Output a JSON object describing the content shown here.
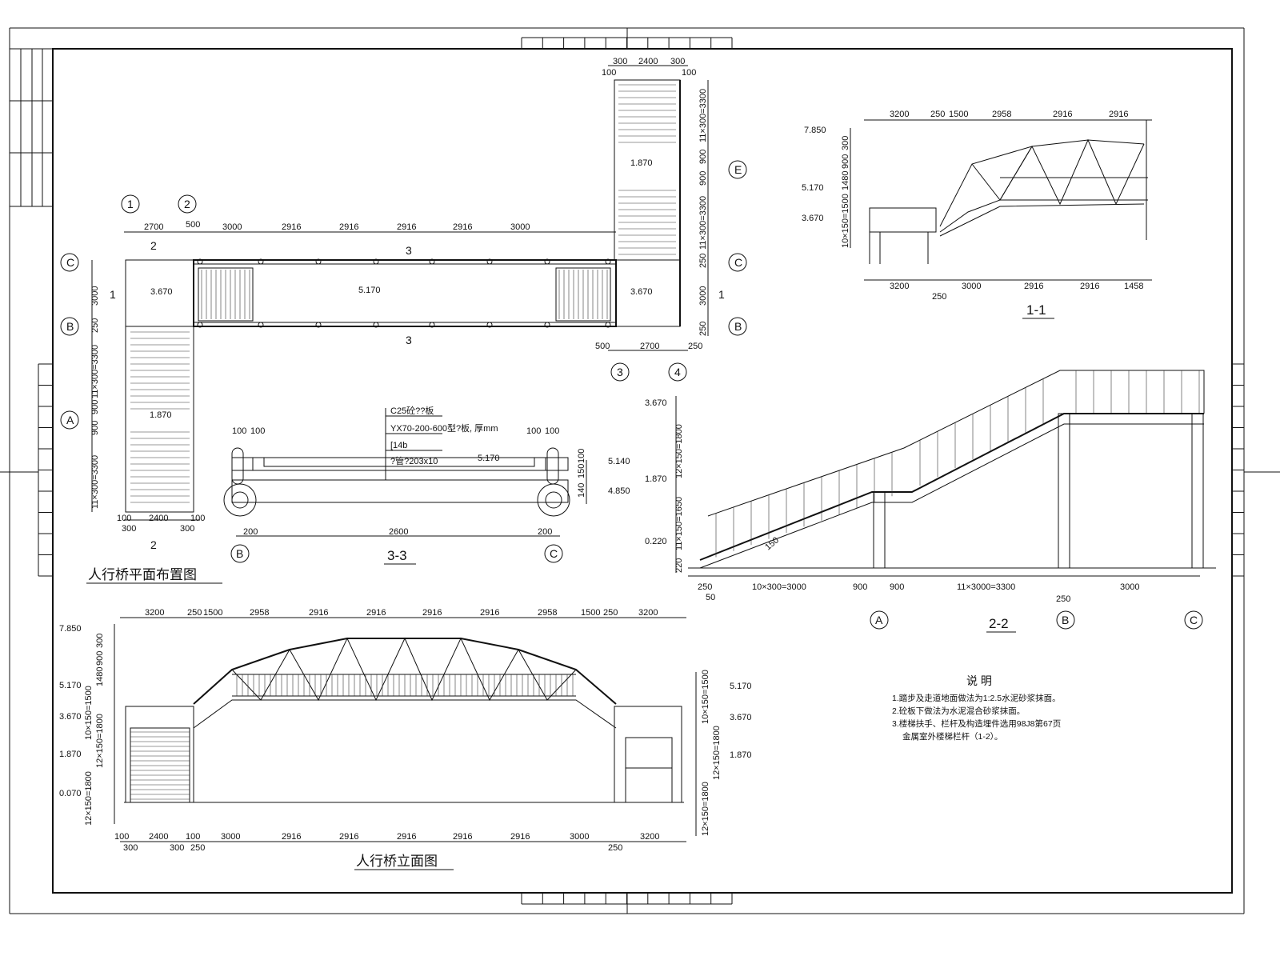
{
  "plan": {
    "title": "人行桥平面布置图",
    "axes": [
      "1",
      "2",
      "C",
      "B",
      "A",
      "C",
      "B",
      "E",
      "3",
      "4"
    ],
    "top_dims": [
      "2700",
      "500",
      "3000",
      "2916",
      "2916",
      "2916",
      "2916",
      "3000"
    ],
    "left_dims": [
      "3000",
      "250",
      "11×300=3300",
      "900",
      "900",
      "11×300=3300"
    ],
    "bottom_dims": [
      "100",
      "2400",
      "100",
      "300",
      "300"
    ],
    "tower_top_dims": [
      "300",
      "2400",
      "300",
      "100",
      "100"
    ],
    "right_dims": [
      "11×300=3300",
      "900",
      "900",
      "11×300=3300",
      "250",
      "3000",
      "250"
    ],
    "bottom_right_dims": [
      "500",
      "2700",
      "250"
    ],
    "levels": [
      "3.670",
      "5.170",
      "3.670",
      "1.870",
      "1.870"
    ],
    "section_marks": [
      "2",
      "3",
      "3",
      "1",
      "1",
      "2"
    ]
  },
  "section33": {
    "title": "3-3",
    "callouts": [
      "C25砼??板",
      "YX70-200-600型?板, 厚mm",
      "[14b",
      "?管?203x10"
    ],
    "dims": [
      "100",
      "100",
      "100",
      "100",
      "200",
      "2600",
      "200",
      "140",
      "150",
      "100"
    ],
    "levels": [
      "5.170",
      "5.140",
      "4.850"
    ],
    "axes": [
      "B",
      "C"
    ]
  },
  "section11": {
    "title": "1-1",
    "top_dims": [
      "3200",
      "250",
      "1500",
      "2958",
      "2916",
      "2916"
    ],
    "levels": [
      "7.850",
      "5.170",
      "3.670"
    ],
    "vert_dims": [
      "300",
      "900",
      "1480",
      "10×150=1500"
    ],
    "bottom_dims": [
      "3200",
      "3000",
      "2916",
      "2916",
      "1458",
      "250"
    ]
  },
  "section22": {
    "title": "2-2",
    "levels": [
      "3.670",
      "1.870",
      "0.220"
    ],
    "vert_dims": [
      "12×150=1800",
      "11×150=1650",
      "220"
    ],
    "slope": "150",
    "bottom_dims": [
      "250",
      "50",
      "10×300=3000",
      "900",
      "900",
      "11×3000=3300",
      "250",
      "3000"
    ],
    "axes": [
      "A",
      "B",
      "C"
    ]
  },
  "elevation": {
    "title": "人行桥立面图",
    "top_dims": [
      "3200",
      "250",
      "1500",
      "2958",
      "2916",
      "2916",
      "2916",
      "2916",
      "2958",
      "1500",
      "250",
      "3200"
    ],
    "left_levels": [
      "7.850",
      "5.170",
      "3.670",
      "1.870",
      "0.070"
    ],
    "left_vert": [
      "300",
      "900",
      "1480",
      "10×150=1500",
      "12×150=1800",
      "12×150=1800"
    ],
    "right_levels": [
      "5.170",
      "3.670",
      "1.870"
    ],
    "right_vert": [
      "10×150=1500",
      "12×150=1800",
      "12×150=1800"
    ],
    "bottom_dims": [
      "100",
      "2400",
      "100",
      "300",
      "300",
      "250",
      "3000",
      "2916",
      "2916",
      "2916",
      "2916",
      "2916",
      "3000",
      "250",
      "3200"
    ]
  },
  "notes": {
    "title": "说 明",
    "items": [
      "1.踏步及走道地面做法为1:2.5水泥砂浆抹面。",
      "2.砼板下做法为水泥混合砂浆抹面。",
      "3.楼梯扶手、栏杆及构造埋件选用98J8第67页",
      "金属室外楼梯栏杆（1-2）。"
    ]
  }
}
